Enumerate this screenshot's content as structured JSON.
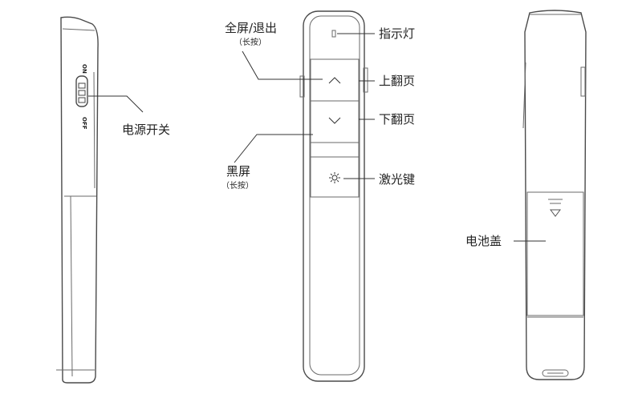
{
  "colors": {
    "outline": "#4a4a4a",
    "text": "#222222",
    "background": "#ffffff"
  },
  "side_view": {
    "switch_on_label": "ON",
    "switch_off_label": "OFF",
    "power_switch_label": "电源开关"
  },
  "front_view": {
    "fullscreen_label": "全屏/退出",
    "fullscreen_sub": "（长按）",
    "indicator_label": "指示灯",
    "page_up_label": "上翻页",
    "page_down_label": "下翻页",
    "blackscreen_label": "黑屏",
    "blackscreen_sub": "（长按）",
    "laser_label": "激光键",
    "up_icon": "chevron-up-icon",
    "down_icon": "chevron-down-icon",
    "laser_icon": "sun-icon"
  },
  "back_view": {
    "battery_cover_label": "电池盖"
  }
}
